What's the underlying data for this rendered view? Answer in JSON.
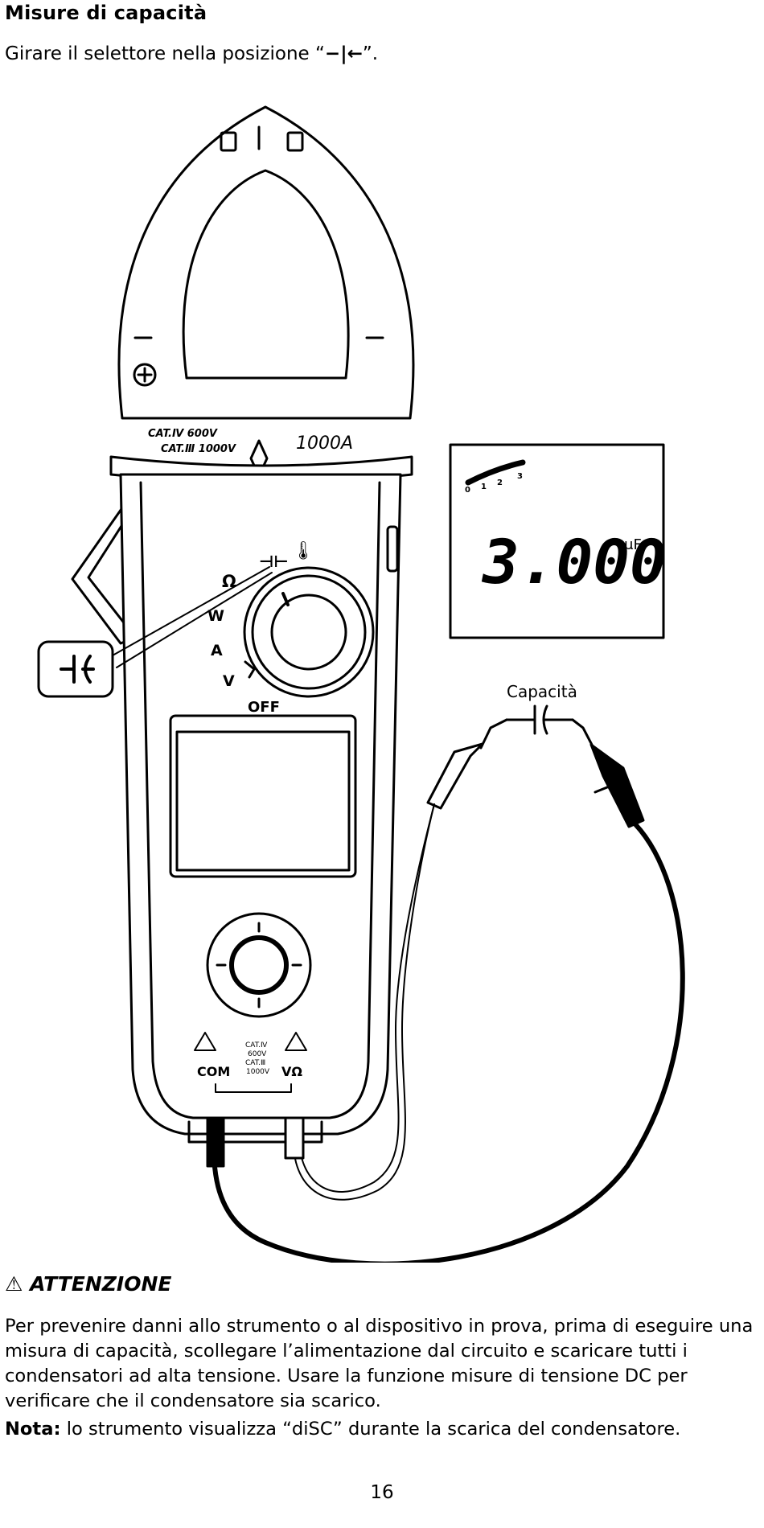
{
  "section": {
    "title": "Misure di capacità",
    "instruction_prefix": "Girare il selettore nella posizione “",
    "instruction_symbol": "−|←",
    "instruction_suffix": "”."
  },
  "figure": {
    "jaw_markings": {
      "cat_iv": "CAT.Ⅳ 600V",
      "cat_iii": "CAT.Ⅲ 1000V",
      "rating": "1000A"
    },
    "selector_labels": [
      "Ω",
      "W",
      "A",
      "V",
      "OFF"
    ],
    "terminals": {
      "com": "COM",
      "v": "VΩ",
      "cat_iv": "CAT.Ⅳ",
      "v600": "600V",
      "cat_iii": "CAT.Ⅲ",
      "v1000": "1000V"
    },
    "display": {
      "scale_ticks": [
        "0",
        "1",
        "2",
        "3"
      ],
      "reading": "3.000",
      "unit": "μF"
    },
    "capacitor_label": "Capacità"
  },
  "warning": {
    "title": "ATTENZIONE",
    "body": "Per prevenire danni allo strumento o al dispositivo in prova, prima di eseguire una misura di capacità, scollegare l’alimentazione dal circuito e scaricare tutti i condensatori ad alta tensione. Usare la funzione misure di tensione DC per verificare che il condensatore sia scarico."
  },
  "note": {
    "label": "Nota:",
    "text": " lo strumento visualizza “diSC” durante la scarica del condensatore."
  },
  "page_number": "16"
}
